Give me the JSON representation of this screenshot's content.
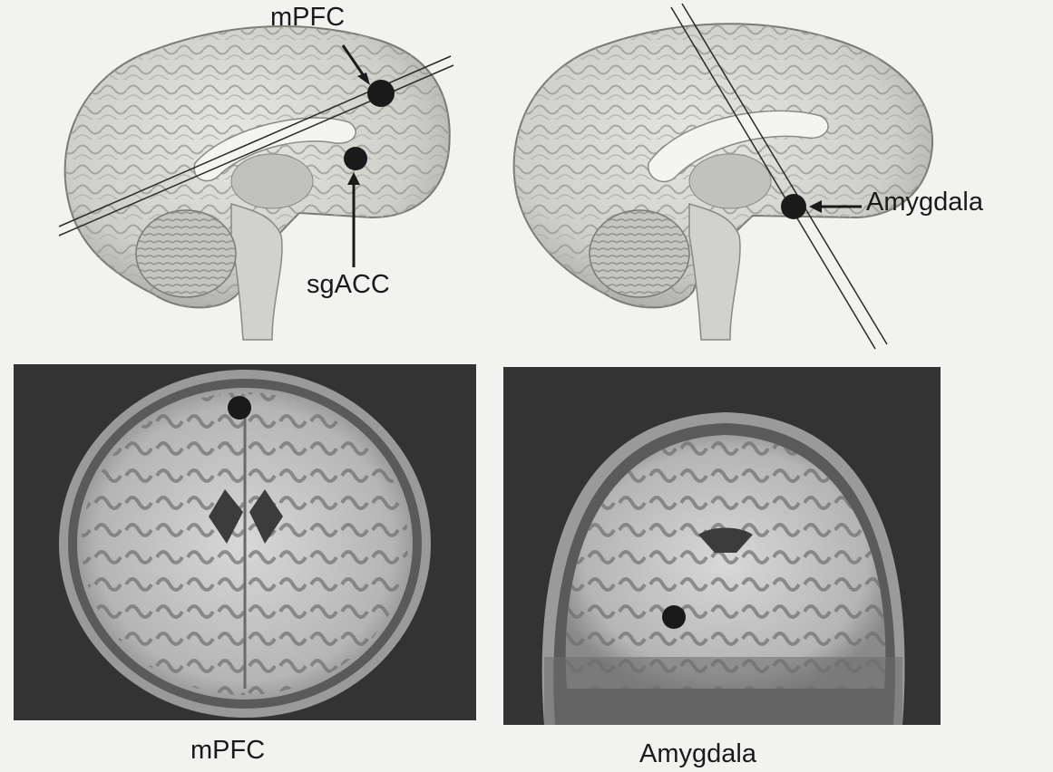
{
  "figure": {
    "labels": {
      "mpfc_top": "mPFC",
      "sgacc": "sgACC",
      "amygdala_top": "Amygdala",
      "mpfc_bottom": "mPFC",
      "amygdala_bottom": "Amygdala"
    },
    "panels": [
      {
        "id": "sagittal-left",
        "view": "medial sagittal brain surface",
        "markers": [
          "mPFC",
          "sgACC"
        ]
      },
      {
        "id": "sagittal-right",
        "view": "medial sagittal brain surface",
        "markers": [
          "Amygdala"
        ]
      },
      {
        "id": "axial-mri",
        "view": "axial MRI slice",
        "markers": [
          "mPFC"
        ]
      },
      {
        "id": "coronal-mri",
        "view": "coronal MRI slice",
        "markers": [
          "Amygdala"
        ]
      }
    ],
    "colors": {
      "marker": "#1a1a1a",
      "mri_background": "#333333",
      "brain_surface": "#d6d6d2",
      "page": "#f2f2f0"
    }
  }
}
